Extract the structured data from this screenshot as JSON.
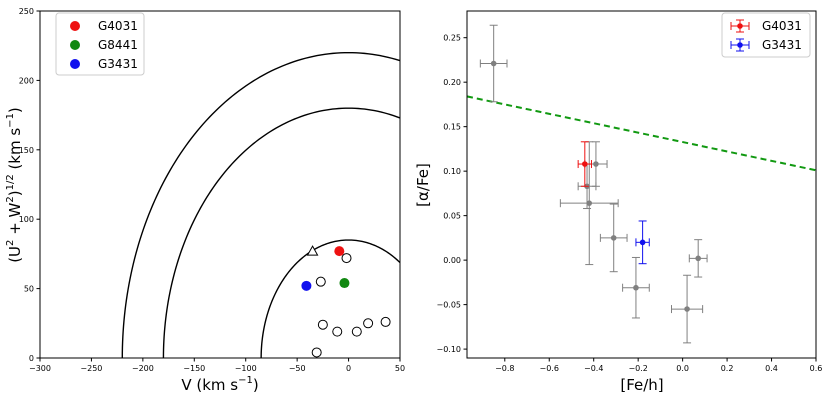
{
  "colors": {
    "red": "#ee1111",
    "green": "#118811",
    "blue": "#1111ee",
    "gray": "#808080",
    "dashed": "#119911"
  },
  "chart_data": [
    {
      "type": "scatter",
      "title": "",
      "xlabel": "V (km s",
      "xlabel_sup": "−1",
      "xlabel_close": ")",
      "ylabel": "(U",
      "ylabel_parts": {
        "sup1": "2",
        "plus": " + W",
        "sup2": "2",
        "close": ")",
        "sup3": "1/2",
        "unit": " (km s",
        "sup4": "−1",
        "end": ")"
      },
      "xlim": [
        -300,
        50
      ],
      "ylim": [
        0,
        250
      ],
      "xticks": [
        -300,
        -250,
        -200,
        -150,
        -100,
        -50,
        0,
        50
      ],
      "xtick_labels": [
        "−300",
        "−250",
        "−200",
        "−150",
        "−100",
        "−50",
        "0",
        "50"
      ],
      "yticks": [
        0,
        50,
        100,
        150,
        200,
        250
      ],
      "ytick_labels": [
        "0",
        "50",
        "100",
        "150",
        "200",
        "250"
      ],
      "toomre_curves_radius": [
        85,
        180,
        220
      ],
      "toomre_center_v": 0,
      "legend_position": "top-left",
      "series": [
        {
          "name": "G4031",
          "color": "red",
          "marker": "filled-circle",
          "points": [
            [
              -9,
              77
            ]
          ]
        },
        {
          "name": "G8441",
          "color": "green",
          "marker": "filled-circle",
          "points": [
            [
              -4,
              54
            ]
          ]
        },
        {
          "name": "G3431",
          "color": "blue",
          "marker": "filled-circle",
          "points": [
            [
              -41,
              52
            ]
          ]
        }
      ],
      "open_circles": [
        [
          -2,
          72
        ],
        [
          -27,
          55
        ],
        [
          -25,
          24
        ],
        [
          -11,
          19
        ],
        [
          8,
          19
        ],
        [
          19,
          25
        ],
        [
          36,
          26
        ],
        [
          -31,
          4
        ]
      ],
      "open_triangles": [
        [
          -35,
          77
        ]
      ]
    },
    {
      "type": "scatter",
      "title": "",
      "xlabel": "[Fe/h]",
      "ylabel": "[α/Fe]",
      "xlim": [
        -0.97,
        0.6
      ],
      "ylim": [
        -0.11,
        0.28
      ],
      "xticks": [
        -0.8,
        -0.6,
        -0.4,
        -0.2,
        0.0,
        0.2,
        0.4,
        0.6
      ],
      "xtick_labels": [
        "−0.8",
        "−0.6",
        "−0.4",
        "−0.2",
        "0.0",
        "0.2",
        "0.4",
        "0.6"
      ],
      "yticks": [
        -0.1,
        -0.05,
        0.0,
        0.05,
        0.1,
        0.15,
        0.2,
        0.25
      ],
      "ytick_labels": [
        "−0.10",
        "−0.05",
        "0.00",
        "0.05",
        "0.10",
        "0.15",
        "0.20",
        "0.25"
      ],
      "legend_position": "top-right",
      "dashed_line": [
        [
          -0.97,
          0.184
        ],
        [
          0.6,
          0.101
        ]
      ],
      "series": [
        {
          "name": "G4031",
          "color": "red",
          "points": [
            {
              "x": -0.44,
              "y": 0.108,
              "xerr": 0.03,
              "yerr": 0.025
            }
          ]
        },
        {
          "name": "G3431",
          "color": "blue",
          "points": [
            {
              "x": -0.18,
              "y": 0.02,
              "xerr": 0.03,
              "yerr": 0.024
            }
          ]
        }
      ],
      "gray_points": [
        {
          "x": -0.85,
          "y": 0.221,
          "xerr": 0.06,
          "yerr": 0.043
        },
        {
          "x": -0.39,
          "y": 0.108,
          "xerr": 0.05,
          "yerr": 0.025
        },
        {
          "x": -0.43,
          "y": 0.083,
          "xerr": 0.04,
          "yerr": 0.025
        },
        {
          "x": -0.42,
          "y": 0.064,
          "xerr": 0.13,
          "yerr": 0.069
        },
        {
          "x": -0.31,
          "y": 0.025,
          "xerr": 0.06,
          "yerr": 0.038
        },
        {
          "x": -0.21,
          "y": -0.031,
          "xerr": 0.06,
          "yerr": 0.034
        },
        {
          "x": 0.07,
          "y": 0.002,
          "xerr": 0.04,
          "yerr": 0.021
        },
        {
          "x": 0.02,
          "y": -0.055,
          "xerr": 0.07,
          "yerr": 0.038
        }
      ]
    }
  ]
}
